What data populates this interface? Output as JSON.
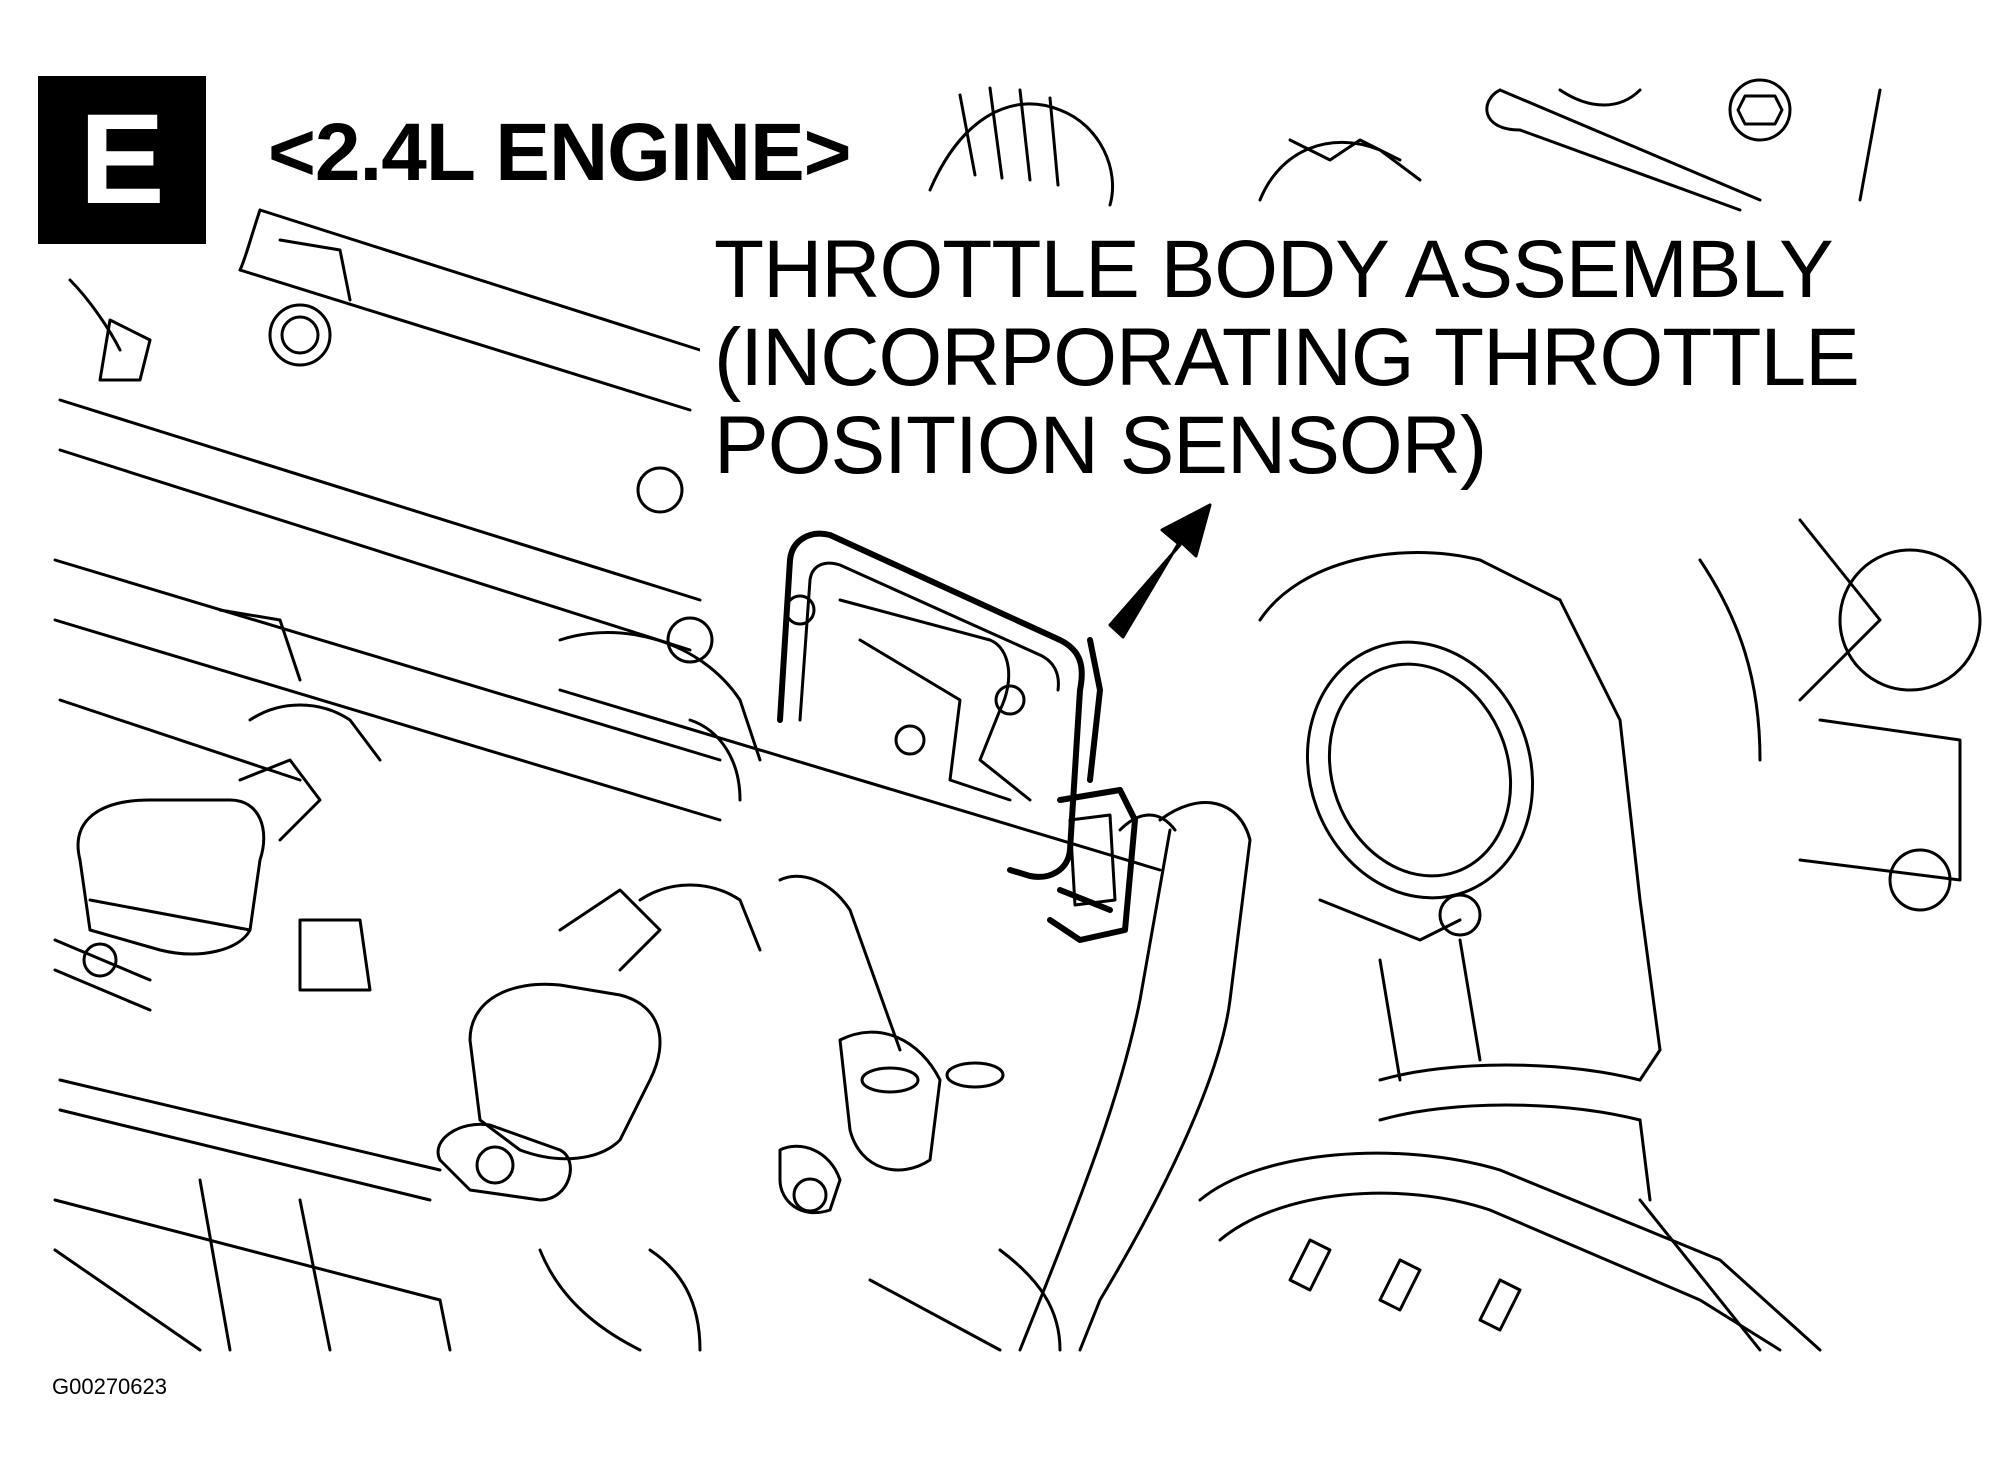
{
  "section_badge": "E",
  "engine_title": "<2.4L ENGINE>",
  "callout": {
    "lines": [
      "THROTTLE BODY ASSEMBLY",
      "(INCORPORATING THROTTLE",
      "POSITION SENSOR)"
    ]
  },
  "figure_id": "G00270623"
}
